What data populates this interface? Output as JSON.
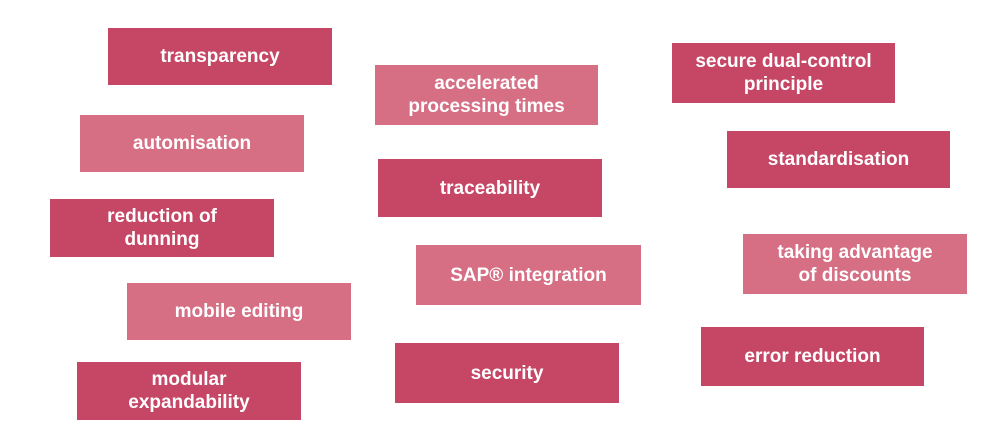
{
  "colors": {
    "dark": "#c64665",
    "light": "#d66e84",
    "text": "#ffffff",
    "background": "#ffffff"
  },
  "badges": [
    {
      "label": "transparency",
      "variant": "dark"
    },
    {
      "label": "automisation",
      "variant": "light"
    },
    {
      "label": "reduction of\ndunning",
      "variant": "dark"
    },
    {
      "label": "mobile editing",
      "variant": "light"
    },
    {
      "label": "modular\nexpandability",
      "variant": "dark"
    },
    {
      "label": "accelerated\nprocessing times",
      "variant": "light"
    },
    {
      "label": "traceability",
      "variant": "dark"
    },
    {
      "label": "SAP® integration",
      "variant": "light"
    },
    {
      "label": "security",
      "variant": "dark"
    },
    {
      "label": "secure dual-control\nprinciple",
      "variant": "dark"
    },
    {
      "label": "standardisation",
      "variant": "dark"
    },
    {
      "label": "taking advantage\nof discounts",
      "variant": "light"
    },
    {
      "label": "error reduction",
      "variant": "dark"
    }
  ]
}
